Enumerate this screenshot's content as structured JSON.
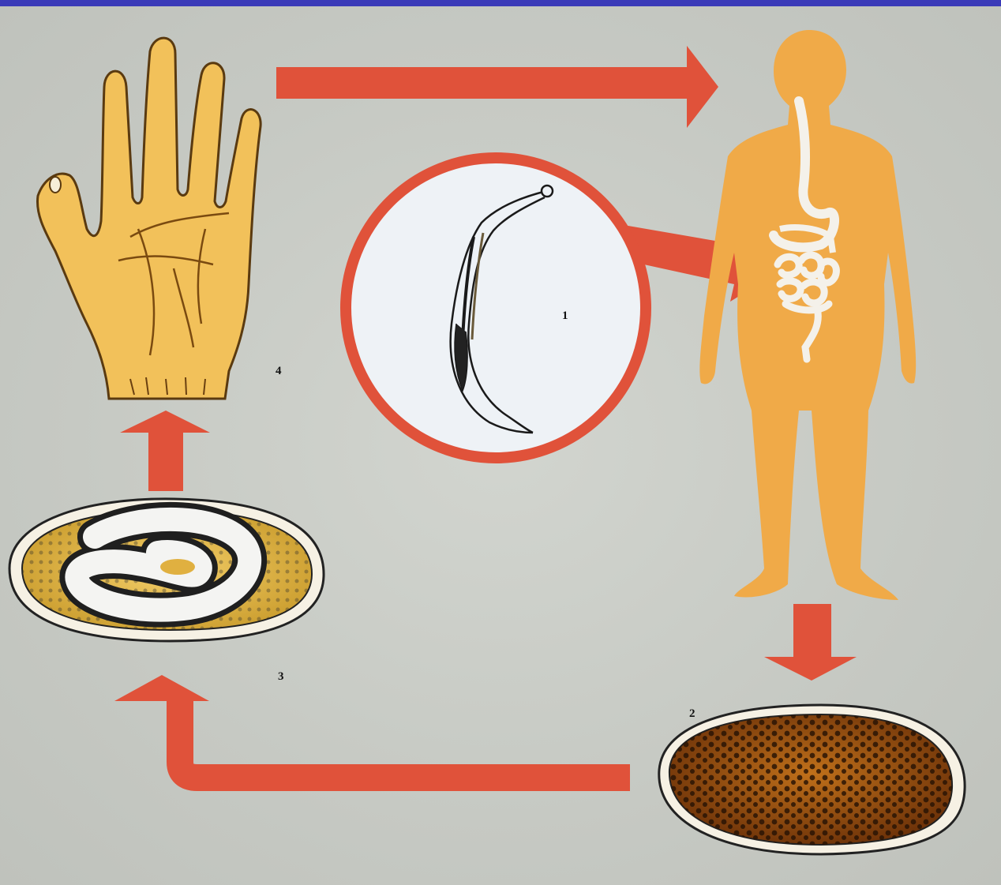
{
  "colors": {
    "background": "#c9ccc6",
    "top_bar": "#3a3ab8",
    "arrow": "#e0523a",
    "body_skin": "#f0aa48",
    "hand_skin": "#f2c15a",
    "circle_border": "#e0523a"
  },
  "stage_labels": {
    "s1": "1",
    "s2": "2",
    "s3": "3",
    "s4": "4"
  }
}
